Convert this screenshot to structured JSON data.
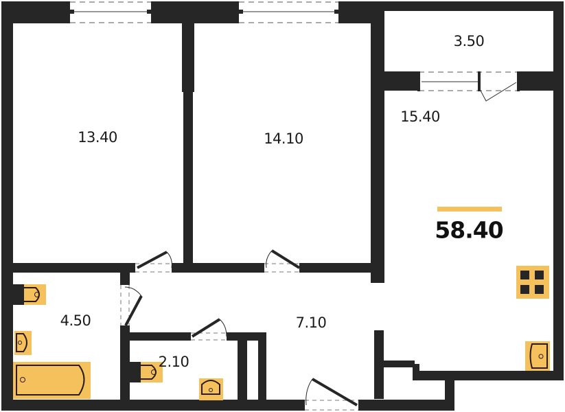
{
  "plan": {
    "total_area": "58.40",
    "colors": {
      "wall": "#262626",
      "fixture": "#f5c15c",
      "fixture_outline": "#2b1a0e",
      "background": "#ffffff",
      "accent_bar": "#f5c15c"
    },
    "rooms": [
      {
        "id": "bedroom-1",
        "area": "13.40"
      },
      {
        "id": "bedroom-2",
        "area": "14.10"
      },
      {
        "id": "balcony",
        "area": "3.50"
      },
      {
        "id": "kitchen-living",
        "area": "15.40"
      },
      {
        "id": "bathroom",
        "area": "4.50"
      },
      {
        "id": "toilet",
        "area": "2.10"
      },
      {
        "id": "hallway",
        "area": "7.10"
      }
    ],
    "fixtures": [
      "stove",
      "kitchen-sink",
      "toilet-bathroom",
      "washbasin-bathroom",
      "bathtub",
      "toilet-wc",
      "washbasin-wc"
    ]
  }
}
